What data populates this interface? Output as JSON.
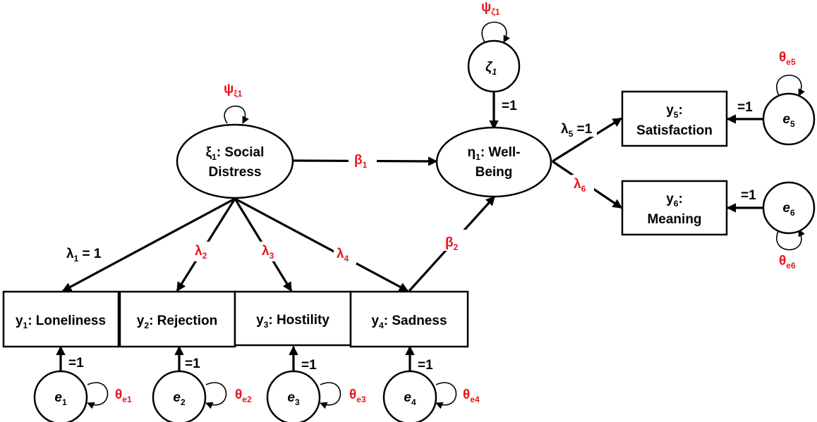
{
  "latent": {
    "xi1": {
      "symbol": "ξ",
      "sub": "1",
      "line1": ": Social",
      "line2": "Distress"
    },
    "eta1": {
      "symbol": "η",
      "sub": "1",
      "line1": ": Well-",
      "line2": "Being"
    },
    "zeta1": {
      "symbol": "ζ",
      "sub": "1"
    }
  },
  "indicators": {
    "y1": {
      "sym": "y",
      "sub": "1",
      "text": ": Loneliness"
    },
    "y2": {
      "sym": "y",
      "sub": "2",
      "text": ": Rejection"
    },
    "y3": {
      "sym": "y",
      "sub": "3",
      "text": ": Hostility"
    },
    "y4": {
      "sym": "y",
      "sub": "4",
      "text": ": Sadness"
    },
    "y5": {
      "sym": "y",
      "sub": "5",
      "text1": ":",
      "text2": "Satisfaction"
    },
    "y6": {
      "sym": "y",
      "sub": "6",
      "text1": ":",
      "text2": "Meaning"
    }
  },
  "errors": {
    "e1": {
      "sym": "e",
      "sub": "1"
    },
    "e2": {
      "sym": "e",
      "sub": "2"
    },
    "e3": {
      "sym": "e",
      "sub": "3"
    },
    "e4": {
      "sym": "e",
      "sub": "4"
    },
    "e5": {
      "sym": "e",
      "sub": "5"
    },
    "e6": {
      "sym": "e",
      "sub": "6"
    }
  },
  "paths": {
    "beta1": {
      "sym": "β",
      "sub": "1"
    },
    "beta2": {
      "sym": "β",
      "sub": "2"
    },
    "lambda1": {
      "sym": "λ",
      "sub": "1",
      "value": " = 1"
    },
    "lambda2": {
      "sym": "λ",
      "sub": "2"
    },
    "lambda3": {
      "sym": "λ",
      "sub": "3"
    },
    "lambda4": {
      "sym": "λ",
      "sub": "4"
    },
    "lambda5": {
      "sym": "λ",
      "sub": "5",
      "value": " =1"
    },
    "lambda6": {
      "sym": "λ",
      "sub": "6"
    },
    "fixed": "=1"
  },
  "variances": {
    "psi_xi1": {
      "sym": "ψ",
      "sub": "ξ1"
    },
    "psi_zeta1": {
      "sym": "ψ",
      "sub": "ζ1"
    },
    "theta_e1": {
      "sym": "θ",
      "sub": "e1"
    },
    "theta_e2": {
      "sym": "θ",
      "sub": "e2"
    },
    "theta_e3": {
      "sym": "θ",
      "sub": "e3"
    },
    "theta_e4": {
      "sym": "θ",
      "sub": "e4"
    },
    "theta_e5": {
      "sym": "θ",
      "sub": "e5"
    },
    "theta_e6": {
      "sym": "θ",
      "sub": "e6"
    }
  },
  "colors": {
    "stroke": "#000000",
    "parameter": "#e8151b",
    "background": "#ffffff"
  }
}
